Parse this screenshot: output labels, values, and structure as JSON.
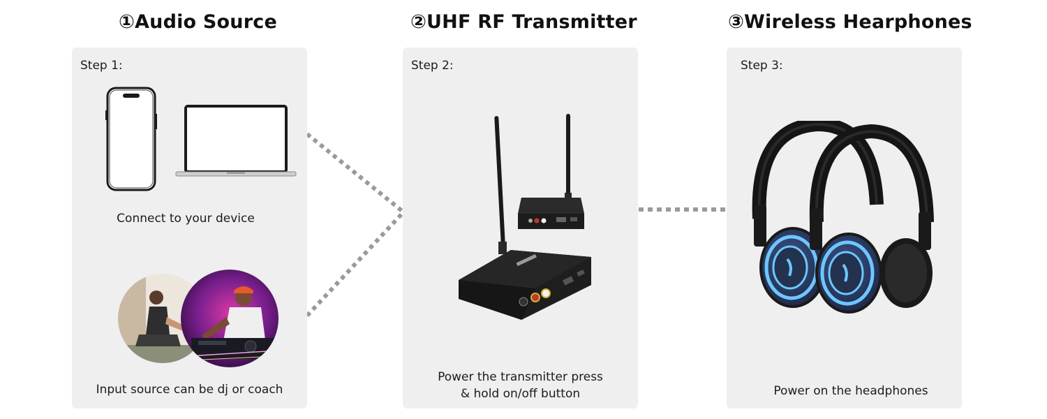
{
  "columns": [
    {
      "title": "①Audio Source",
      "step": "Step 1:",
      "captions": [
        "Connect to your device",
        "Input source can be dj or coach"
      ]
    },
    {
      "title": "②UHF RF Transmitter",
      "step": "Step 2:",
      "captions": [
        "Power the transmitter press",
        "& hold on/off button"
      ]
    },
    {
      "title": "③Wireless Hearphones",
      "step": "Step 3:",
      "captions": [
        "Power on the headphones"
      ]
    }
  ],
  "icons": {
    "phone": "smartphone-icon",
    "laptop": "laptop-icon",
    "photos": "dj-coach-photo",
    "transmitter": "uhf-transmitter-image",
    "headphones": "wireless-headphones-image"
  },
  "colors": {
    "panel": "#efefef",
    "connector": "#9a9a9a",
    "headphone_glow": "#6ec6ff",
    "earcup": "#2c3e66"
  }
}
